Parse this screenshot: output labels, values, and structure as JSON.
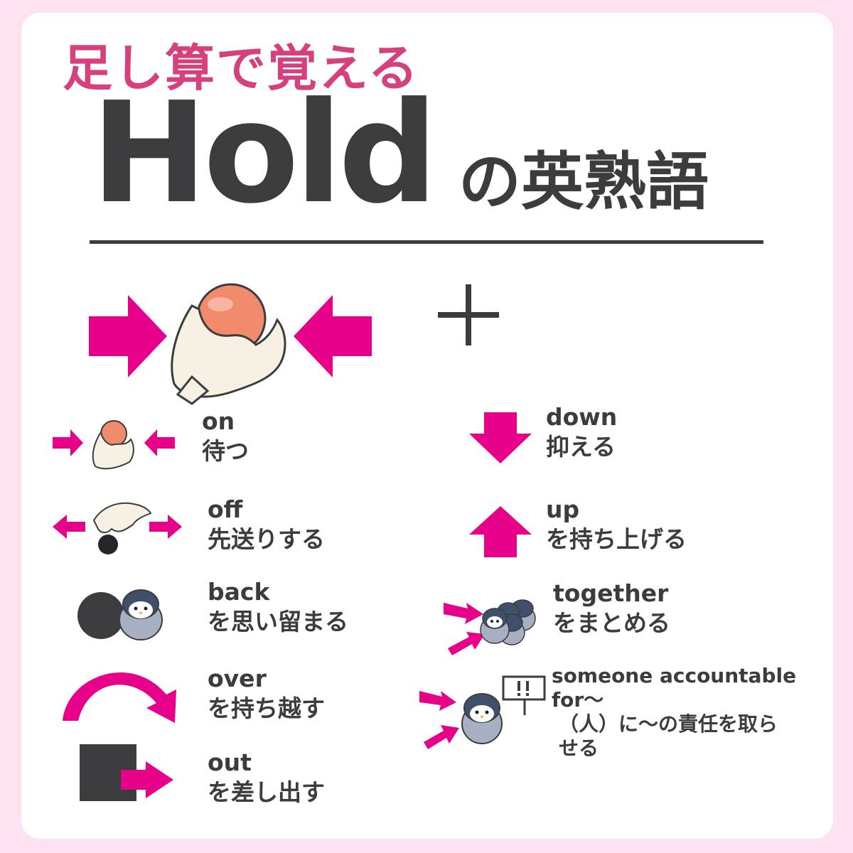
{
  "header": {
    "subtitle": "足し算で覚える",
    "title_word": "Hold",
    "title_suffix": "の英熟語"
  },
  "colors": {
    "accent": "#e6008a",
    "title": "#3c3c3f",
    "subtitle": "#d6417d",
    "background": "#fde2ef"
  },
  "phrases": [
    {
      "en": "on",
      "jp": "待つ",
      "icon": "hold-ball-hand-icon"
    },
    {
      "en": "off",
      "jp": "先送りする",
      "icon": "release-ball-hand-icon"
    },
    {
      "en": "back",
      "jp": "を思い留まる",
      "icon": "penguin-behind-ball-icon"
    },
    {
      "en": "over",
      "jp": "を持ち越す",
      "icon": "curved-arrow-icon"
    },
    {
      "en": "out",
      "jp": "を差し出す",
      "icon": "square-out-arrow-icon"
    },
    {
      "en": "down",
      "jp": "抑える",
      "icon": "down-arrow-icon"
    },
    {
      "en": "up",
      "jp": "を持ち上げる",
      "icon": "up-arrow-icon"
    },
    {
      "en": "together",
      "jp": "をまとめる",
      "icon": "penguin-group-icon"
    },
    {
      "en": "someone accountable\nfor〜",
      "jp": "（人）に〜の責任を取ら\nせる",
      "icon": "penguin-sign-icon"
    }
  ]
}
